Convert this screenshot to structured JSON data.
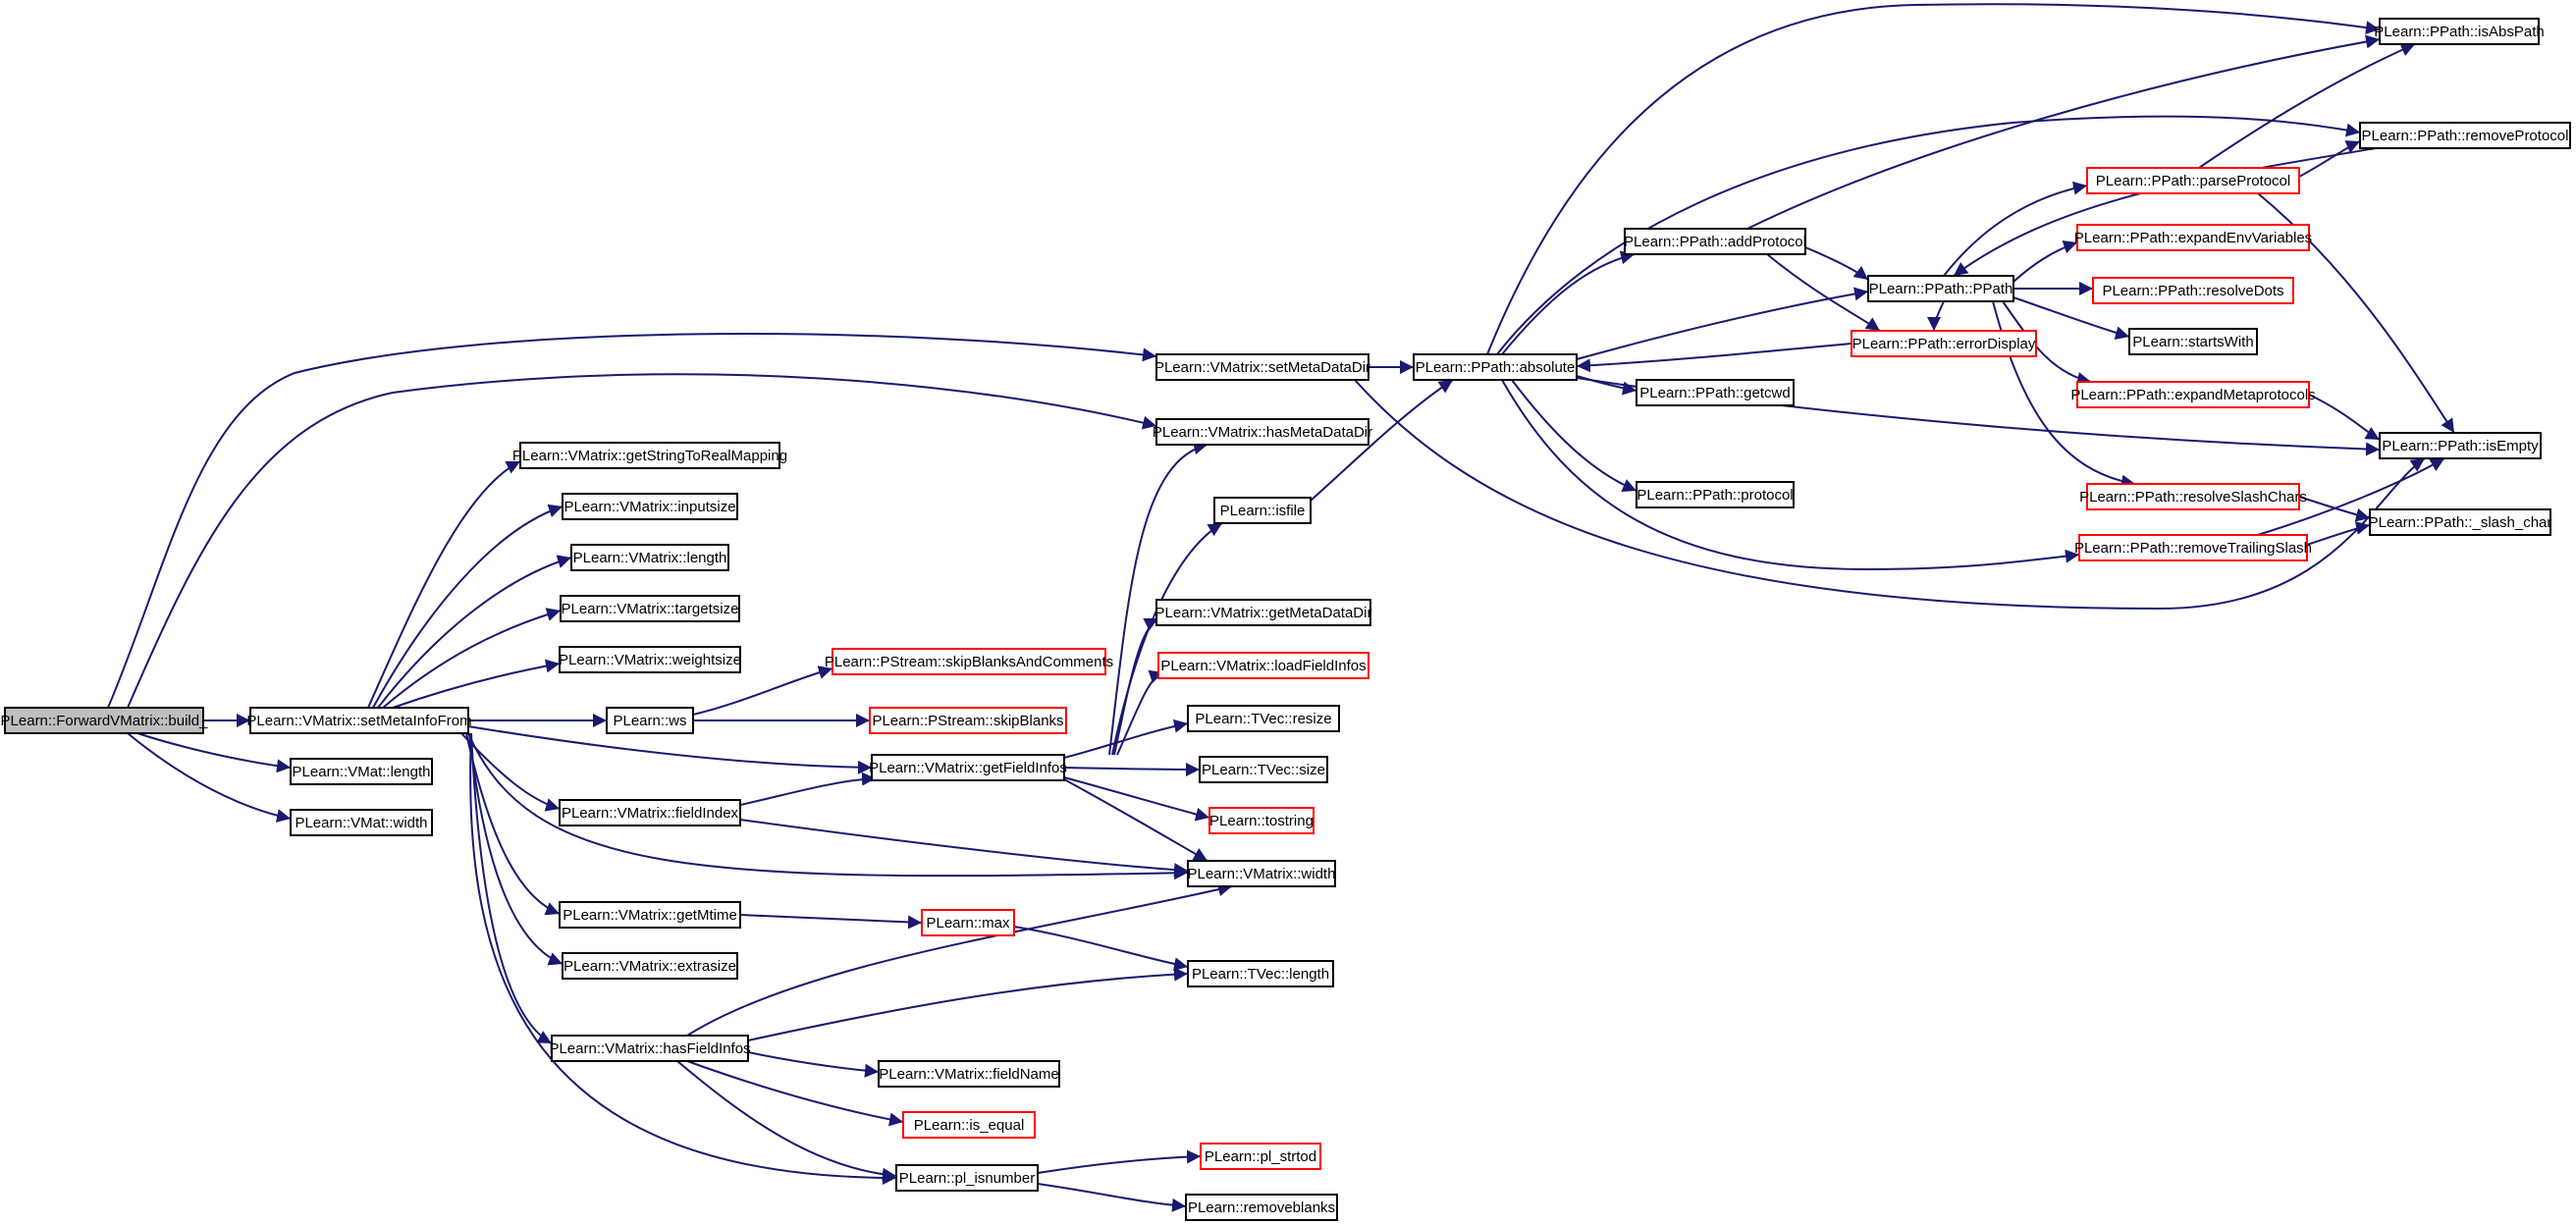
{
  "colors": {
    "edge": "#191970",
    "node_normal_border": "#000000",
    "node_truncated_border": "#ff0000",
    "root_fill": "#bfbfbf",
    "node_fill": "#ffffff"
  },
  "nodes": [
    {
      "id": "build",
      "label": "PLearn::ForwardVMatrix::build_",
      "style": "root"
    },
    {
      "id": "setMetaInfoFrom",
      "label": "PLearn::VMatrix::setMetaInfoFrom",
      "style": "normal"
    },
    {
      "id": "vmatLength",
      "label": "PLearn::VMat::length",
      "style": "normal"
    },
    {
      "id": "vmatWidth",
      "label": "PLearn::VMat::width",
      "style": "normal"
    },
    {
      "id": "getStringToRealMapping",
      "label": "PLearn::VMatrix::getStringToRealMapping",
      "style": "normal"
    },
    {
      "id": "inputsize",
      "label": "PLearn::VMatrix::inputsize",
      "style": "normal"
    },
    {
      "id": "vmLength",
      "label": "PLearn::VMatrix::length",
      "style": "normal"
    },
    {
      "id": "targetsize",
      "label": "PLearn::VMatrix::targetsize",
      "style": "normal"
    },
    {
      "id": "weightsize",
      "label": "PLearn::VMatrix::weightsize",
      "style": "normal"
    },
    {
      "id": "ws",
      "label": "PLearn::ws",
      "style": "normal"
    },
    {
      "id": "fieldIndex",
      "label": "PLearn::VMatrix::fieldIndex",
      "style": "normal"
    },
    {
      "id": "getMtime",
      "label": "PLearn::VMatrix::getMtime",
      "style": "normal"
    },
    {
      "id": "extrasize",
      "label": "PLearn::VMatrix::extrasize",
      "style": "normal"
    },
    {
      "id": "hasFieldInfos",
      "label": "PLearn::VMatrix::hasFieldInfos",
      "style": "normal"
    },
    {
      "id": "skipBlanksAndComments",
      "label": "PLearn::PStream::skipBlanksAndComments",
      "style": "truncated"
    },
    {
      "id": "skipBlanks",
      "label": "PLearn::PStream::skipBlanks",
      "style": "truncated"
    },
    {
      "id": "getFieldInfos",
      "label": "PLearn::VMatrix::getFieldInfos",
      "style": "normal"
    },
    {
      "id": "max",
      "label": "PLearn::max",
      "style": "truncated"
    },
    {
      "id": "fieldName",
      "label": "PLearn::VMatrix::fieldName",
      "style": "normal"
    },
    {
      "id": "isEqual",
      "label": "PLearn::is_equal",
      "style": "truncated"
    },
    {
      "id": "plIsnumber",
      "label": "PLearn::pl_isnumber",
      "style": "normal"
    },
    {
      "id": "plStrtod",
      "label": "PLearn::pl_strtod",
      "style": "truncated"
    },
    {
      "id": "removeblanks",
      "label": "PLearn::removeblanks",
      "style": "normal"
    },
    {
      "id": "setMetaDataDir",
      "label": "PLearn::VMatrix::setMetaDataDir",
      "style": "normal"
    },
    {
      "id": "hasMetaDataDir",
      "label": "PLearn::VMatrix::hasMetaDataDir",
      "style": "normal"
    },
    {
      "id": "isfile",
      "label": "PLearn::isfile",
      "style": "normal"
    },
    {
      "id": "getMetaDataDir",
      "label": "PLearn::VMatrix::getMetaDataDir",
      "style": "normal"
    },
    {
      "id": "loadFieldInfos",
      "label": "PLearn::VMatrix::loadFieldInfos",
      "style": "truncated"
    },
    {
      "id": "tvecResize",
      "label": "PLearn::TVec::resize",
      "style": "normal"
    },
    {
      "id": "tvecSize",
      "label": "PLearn::TVec::size",
      "style": "normal"
    },
    {
      "id": "tostring",
      "label": "PLearn::tostring",
      "style": "truncated"
    },
    {
      "id": "vmWidth",
      "label": "PLearn::VMatrix::width",
      "style": "normal"
    },
    {
      "id": "tvecLength",
      "label": "PLearn::TVec::length",
      "style": "normal"
    },
    {
      "id": "absolute",
      "label": "PLearn::PPath::absolute",
      "style": "normal"
    },
    {
      "id": "addProtocol",
      "label": "PLearn::PPath::addProtocol",
      "style": "normal"
    },
    {
      "id": "getcwd",
      "label": "PLearn::PPath::getcwd",
      "style": "normal"
    },
    {
      "id": "protocol",
      "label": "PLearn::PPath::protocol",
      "style": "normal"
    },
    {
      "id": "pPath",
      "label": "PLearn::PPath::PPath",
      "style": "normal"
    },
    {
      "id": "errorDisplay",
      "label": "PLearn::PPath::errorDisplay",
      "style": "truncated"
    },
    {
      "id": "parseProtocol",
      "label": "PLearn::PPath::parseProtocol",
      "style": "truncated"
    },
    {
      "id": "expandEnvVariables",
      "label": "PLearn::PPath::expandEnvVariables",
      "style": "truncated"
    },
    {
      "id": "resolveDots",
      "label": "PLearn::PPath::resolveDots",
      "style": "truncated"
    },
    {
      "id": "startsWith",
      "label": "PLearn::startsWith",
      "style": "normal"
    },
    {
      "id": "expandMetaprotocols",
      "label": "PLearn::PPath::expandMetaprotocols",
      "style": "truncated"
    },
    {
      "id": "resolveSlashChars",
      "label": "PLearn::PPath::resolveSlashChars",
      "style": "truncated"
    },
    {
      "id": "removeTrailingSlash",
      "label": "PLearn::PPath::removeTrailingSlash",
      "style": "truncated"
    },
    {
      "id": "isAbsPath",
      "label": "PLearn::PPath::isAbsPath",
      "style": "normal"
    },
    {
      "id": "removeProtocol",
      "label": "PLearn::PPath::removeProtocol",
      "style": "normal"
    },
    {
      "id": "isEmpty",
      "label": "PLearn::PPath::isEmpty",
      "style": "normal"
    },
    {
      "id": "slashChar",
      "label": "PLearn::PPath::_slash_char",
      "style": "normal"
    }
  ],
  "edges": [
    [
      "build",
      "setMetaInfoFrom"
    ],
    [
      "build",
      "vmatLength"
    ],
    [
      "build",
      "vmatWidth"
    ],
    [
      "build",
      "setMetaDataDir"
    ],
    [
      "build",
      "hasMetaDataDir"
    ],
    [
      "setMetaInfoFrom",
      "getStringToRealMapping"
    ],
    [
      "setMetaInfoFrom",
      "inputsize"
    ],
    [
      "setMetaInfoFrom",
      "vmLength"
    ],
    [
      "setMetaInfoFrom",
      "targetsize"
    ],
    [
      "setMetaInfoFrom",
      "weightsize"
    ],
    [
      "setMetaInfoFrom",
      "ws"
    ],
    [
      "setMetaInfoFrom",
      "fieldIndex"
    ],
    [
      "setMetaInfoFrom",
      "getMtime"
    ],
    [
      "setMetaInfoFrom",
      "extrasize"
    ],
    [
      "setMetaInfoFrom",
      "hasFieldInfos"
    ],
    [
      "setMetaInfoFrom",
      "getFieldInfos"
    ],
    [
      "setMetaInfoFrom",
      "vmWidth"
    ],
    [
      "setMetaInfoFrom",
      "plIsnumber"
    ],
    [
      "ws",
      "skipBlanksAndComments"
    ],
    [
      "ws",
      "skipBlanks"
    ],
    [
      "fieldIndex",
      "getFieldInfos"
    ],
    [
      "fieldIndex",
      "vmWidth"
    ],
    [
      "getMtime",
      "max"
    ],
    [
      "max",
      "tvecLength"
    ],
    [
      "hasFieldInfos",
      "vmWidth"
    ],
    [
      "hasFieldInfos",
      "tvecLength"
    ],
    [
      "hasFieldInfos",
      "fieldName"
    ],
    [
      "hasFieldInfos",
      "isEqual"
    ],
    [
      "hasFieldInfos",
      "plIsnumber"
    ],
    [
      "plIsnumber",
      "plStrtod"
    ],
    [
      "plIsnumber",
      "removeblanks"
    ],
    [
      "getFieldInfos",
      "hasMetaDataDir"
    ],
    [
      "getFieldInfos",
      "isfile"
    ],
    [
      "getFieldInfos",
      "getMetaDataDir"
    ],
    [
      "getFieldInfos",
      "loadFieldInfos"
    ],
    [
      "getFieldInfos",
      "tvecResize"
    ],
    [
      "getFieldInfos",
      "tvecSize"
    ],
    [
      "getFieldInfos",
      "tostring"
    ],
    [
      "getFieldInfos",
      "vmWidth"
    ],
    [
      "setMetaDataDir",
      "absolute"
    ],
    [
      "setMetaDataDir",
      "isEmpty"
    ],
    [
      "isfile",
      "absolute"
    ],
    [
      "absolute",
      "addProtocol"
    ],
    [
      "absolute",
      "getcwd"
    ],
    [
      "absolute",
      "protocol"
    ],
    [
      "absolute",
      "pPath"
    ],
    [
      "absolute",
      "isAbsPath"
    ],
    [
      "absolute",
      "removeProtocol"
    ],
    [
      "absolute",
      "isEmpty"
    ],
    [
      "absolute",
      "removeTrailingSlash"
    ],
    [
      "addProtocol",
      "pPath"
    ],
    [
      "addProtocol",
      "errorDisplay"
    ],
    [
      "addProtocol",
      "isAbsPath"
    ],
    [
      "errorDisplay",
      "absolute"
    ],
    [
      "pPath",
      "parseProtocol"
    ],
    [
      "pPath",
      "expandEnvVariables"
    ],
    [
      "pPath",
      "resolveDots"
    ],
    [
      "pPath",
      "startsWith"
    ],
    [
      "pPath",
      "expandMetaprotocols"
    ],
    [
      "pPath",
      "resolveSlashChars"
    ],
    [
      "pPath",
      "errorDisplay"
    ],
    [
      "parseProtocol",
      "isAbsPath"
    ],
    [
      "parseProtocol",
      "removeProtocol"
    ],
    [
      "parseProtocol",
      "isEmpty"
    ],
    [
      "removeProtocol",
      "pPath"
    ],
    [
      "expandMetaprotocols",
      "isEmpty"
    ],
    [
      "resolveSlashChars",
      "slashChar"
    ],
    [
      "removeTrailingSlash",
      "isEmpty"
    ],
    [
      "removeTrailingSlash",
      "slashChar"
    ]
  ]
}
